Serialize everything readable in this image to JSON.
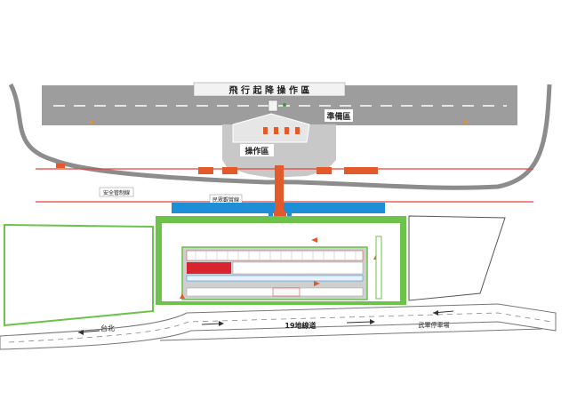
{
  "map": {
    "runway_label": "飛 行 起 降 操 作 區",
    "ready_area_label": "準備區",
    "operations_area_label": "操作區",
    "safety_line_label": "安全管制線",
    "spectator_line_label": "民眾觀賞線",
    "road_label": "19地線道",
    "direction_left_label": "台北",
    "direction_right_label": "武軍停車場"
  },
  "colors": {
    "runway": "#9d9d9d",
    "apron": "#c8c8c8",
    "taxiway_curve": "#8c8c8c",
    "red_line": "#e0463a",
    "blue_strip": "#1e8fd6",
    "orange_path": "#e2592b",
    "green_border": "#6cc24a",
    "road": "#ffffff",
    "stands_gray": "#cfcfcf"
  },
  "icons": {
    "road_arrow_left": "arrow-left-icon",
    "road_arrow_right": "arrow-right-icon",
    "wind_indicator": "windsock-icon"
  }
}
